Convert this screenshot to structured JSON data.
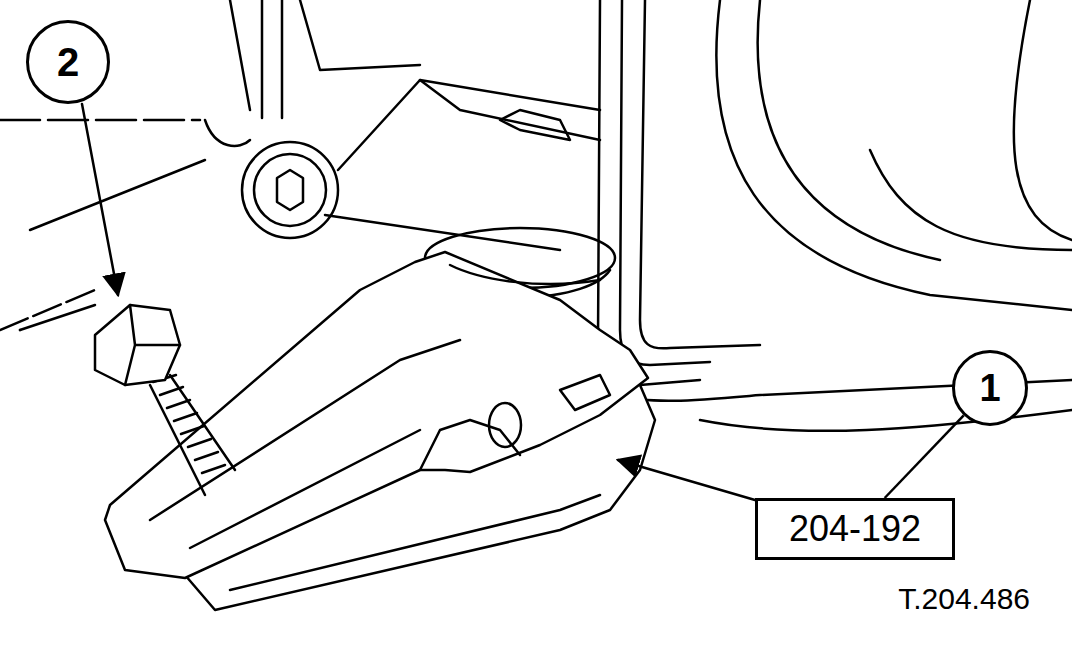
{
  "diagram": {
    "nodes": [
      {
        "text": [
          "2"
        ]
      },
      {
        "text": [
          "1"
        ]
      },
      {
        "text": [
          "204-192"
        ]
      }
    ],
    "edges": [
      {
        "from": 1,
        "to": 2,
        "arrow": "none"
      }
    ],
    "labels": [
      "T.204.486"
    ]
  }
}
